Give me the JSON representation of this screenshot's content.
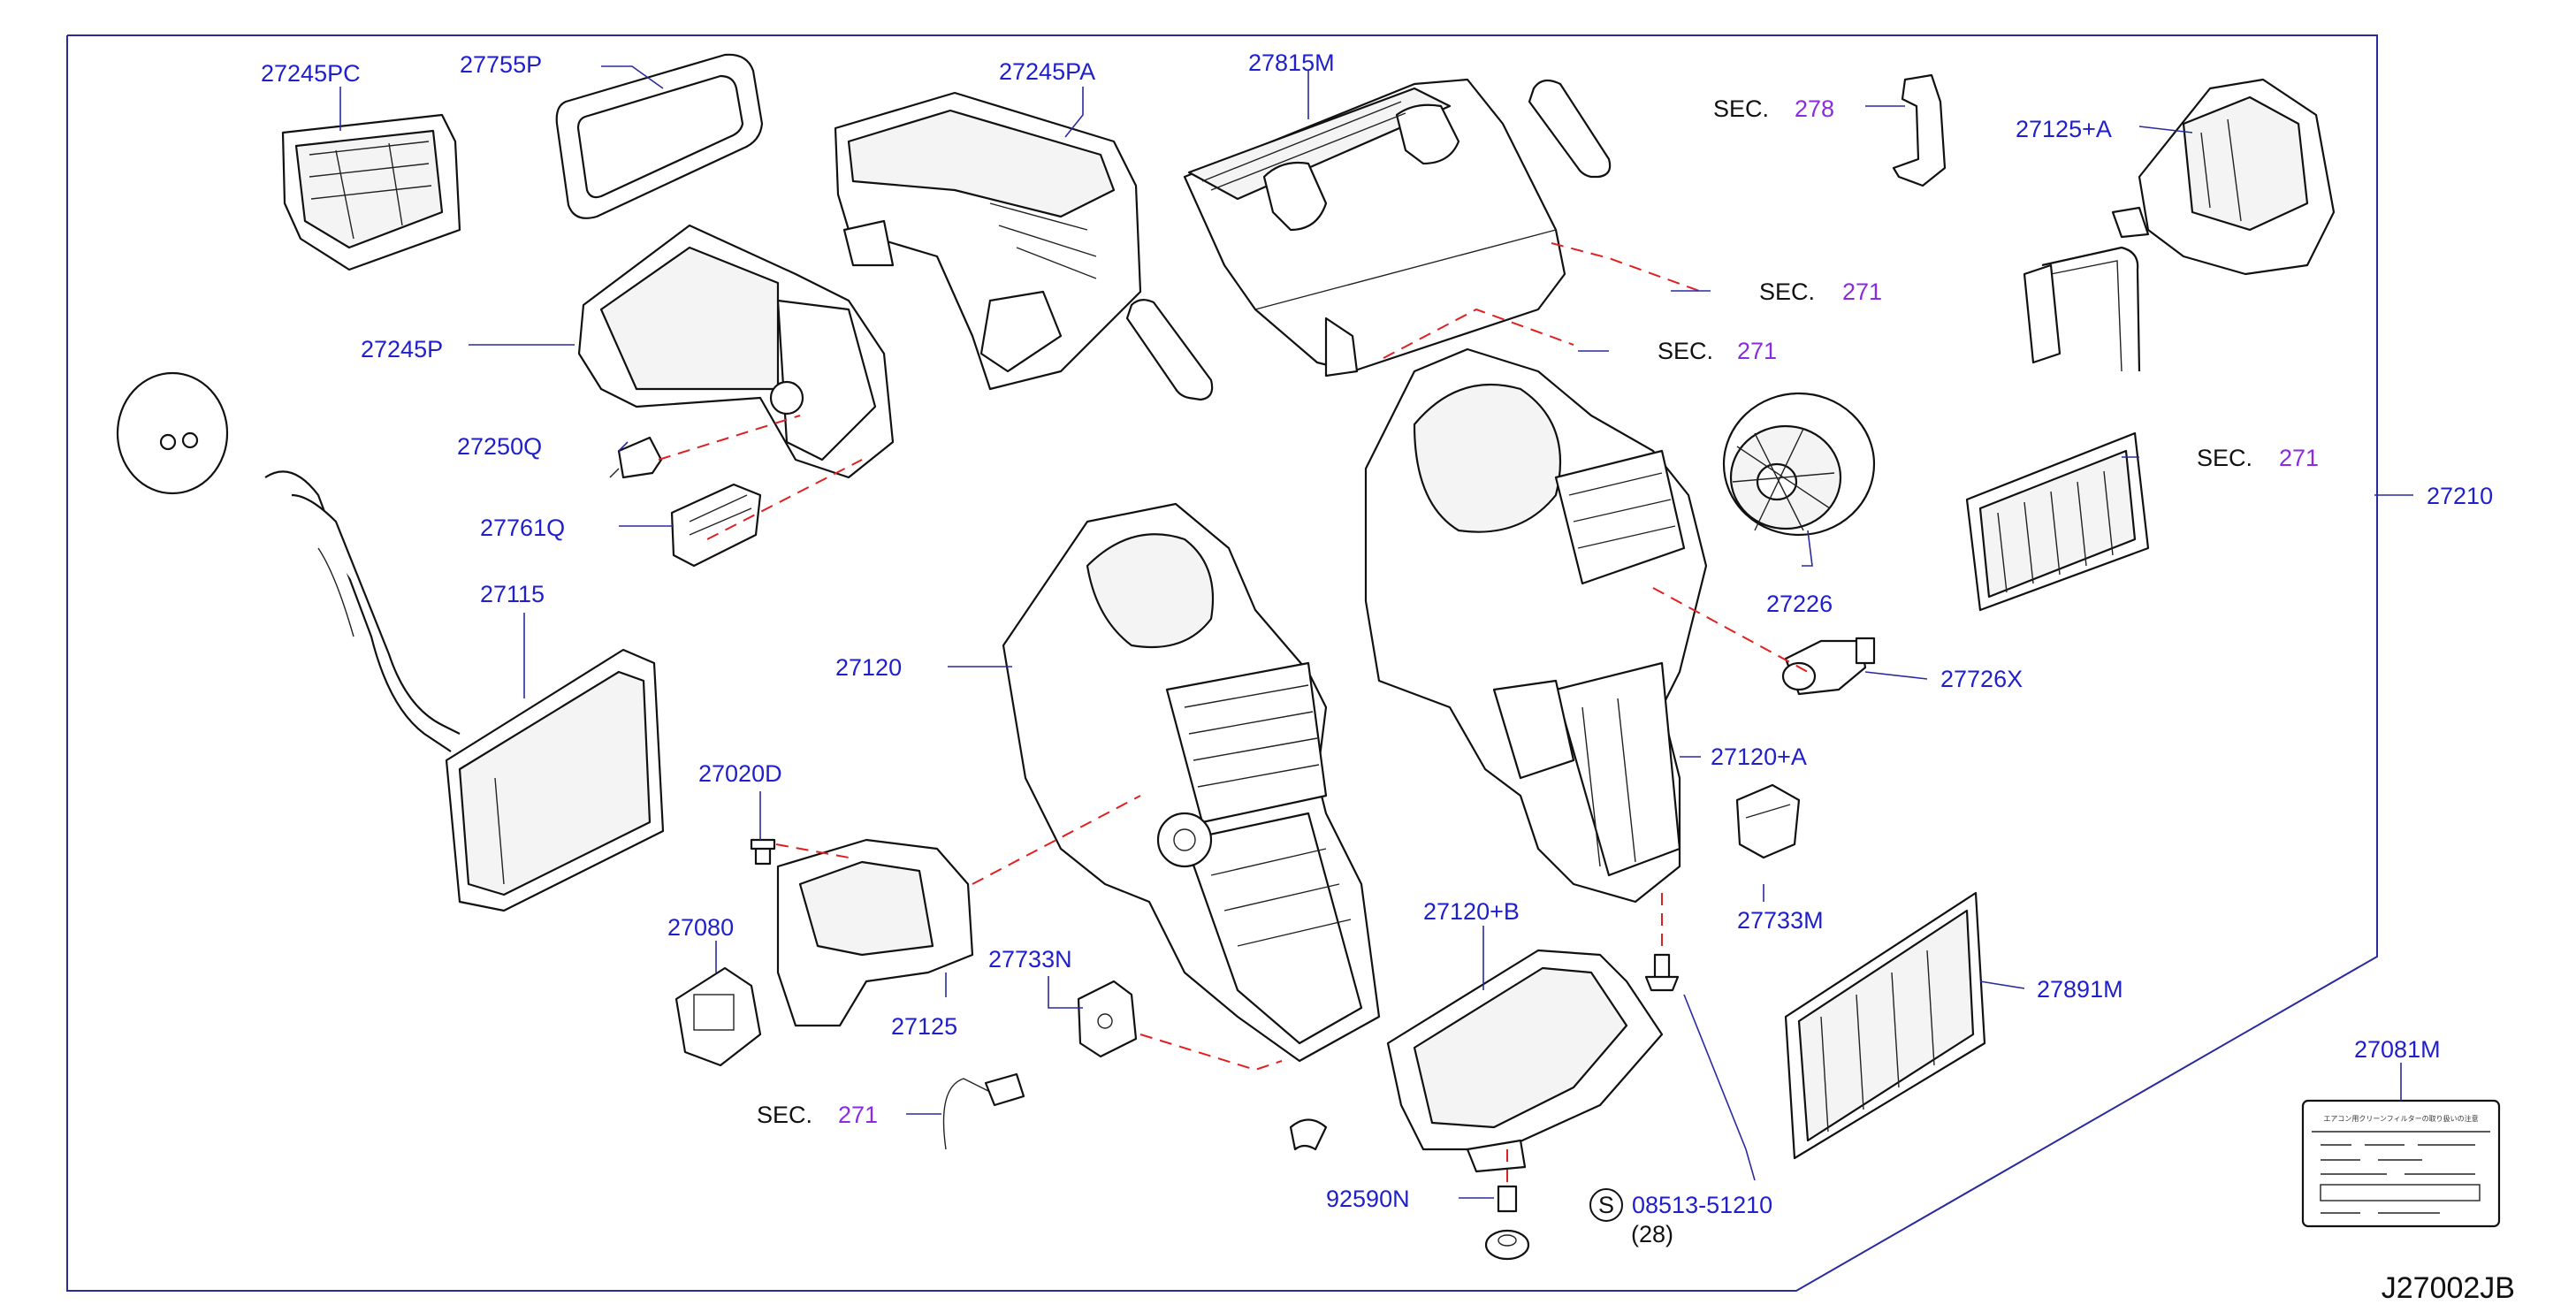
{
  "diagram_code": "J27002JB",
  "parts": {
    "p27245PC": "27245PC",
    "p27755P": "27755P",
    "p27245PA": "27245PA",
    "p27815M": "27815M",
    "p27125A": "27125+A",
    "p27245P": "27245P",
    "p27250Q": "27250Q",
    "p27761Q": "27761Q",
    "p27115": "27115",
    "p27120": "27120",
    "p27226": "27226",
    "p27726X": "27726X",
    "p27210": "27210",
    "p27120A": "27120+A",
    "p27020D": "27020D",
    "p27080": "27080",
    "p27125": "27125",
    "p27733N": "27733N",
    "p27120B": "27120+B",
    "p27733M": "27733M",
    "p27891M": "27891M",
    "p27081M": "27081M",
    "p92590N": "92590N",
    "p08513": "08513-51210",
    "qty08513": "(28)",
    "s_mark": "S"
  },
  "sections": {
    "sec_prefix": "SEC.",
    "s278": "278",
    "s271": "271"
  },
  "label_sticker_heading": "エアコン用クリーンフィルターの取り扱いの注意"
}
